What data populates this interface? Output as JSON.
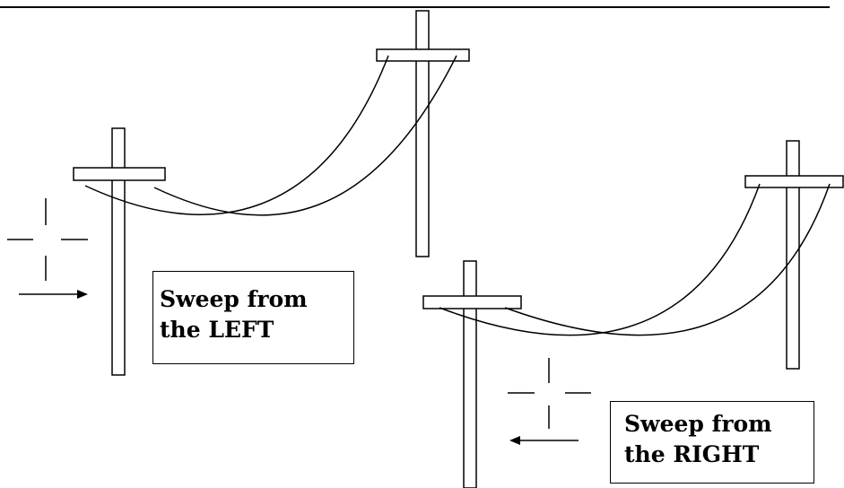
{
  "labels": {
    "left": {
      "line1": "Sweep from",
      "line2": "the LEFT"
    },
    "right": {
      "line1": "Sweep from",
      "line2": "the RIGHT"
    }
  },
  "colors": {
    "stroke": "#000000",
    "background": "#ffffff"
  },
  "icons": {
    "crosshair": "dashed-crosshair-icon",
    "arrow_right": "arrow-right-icon",
    "arrow_left": "arrow-left-icon"
  }
}
